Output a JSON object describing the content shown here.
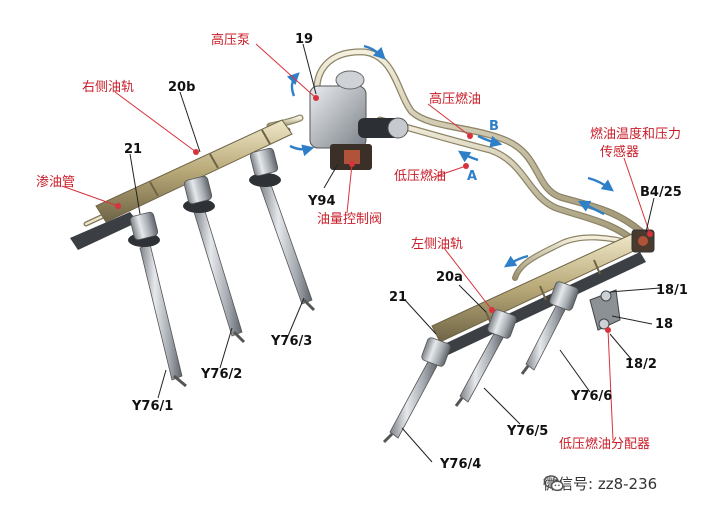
{
  "labels": {
    "high_pressure_pump": "高压泵",
    "right_rail": "右侧油轨",
    "leak_pipe": "渗油管",
    "high_pressure_fuel": "高压燃油",
    "low_pressure_fuel": "低压燃油",
    "fuel_temp_pressure_sensor_line1": "燃油温度和压力",
    "fuel_temp_pressure_sensor_line2": "传感器",
    "quantity_control_valve": "油量控制阀",
    "left_rail": "左侧油轨",
    "low_pressure_distributor": "低压燃油分配器",
    "marker_b": "B",
    "marker_a": "A"
  },
  "part_codes": {
    "p19": "19",
    "p20b": "20b",
    "p21_right": "21",
    "y94": "Y94",
    "b4_25": "B4/25",
    "p20a": "20a",
    "p21_left": "21",
    "p18_1": "18/1",
    "p18": "18",
    "p18_2": "18/2",
    "y76_1": "Y76/1",
    "y76_2": "Y76/2",
    "y76_3": "Y76/3",
    "y76_4": "Y76/4",
    "y76_5": "Y76/5",
    "y76_6": "Y76/6"
  },
  "watermark": {
    "text": "微信号: zz8-236",
    "icon": "wechat-icon"
  },
  "colors": {
    "label_red": "#c81e2a",
    "code_black": "#111111",
    "leader_red": "#d8323c",
    "leader_black": "#222222",
    "flow_arrow_blue": "#2f7fc8",
    "rail_metal": "#b9a978",
    "injector_metal": "#a9aeb4"
  }
}
